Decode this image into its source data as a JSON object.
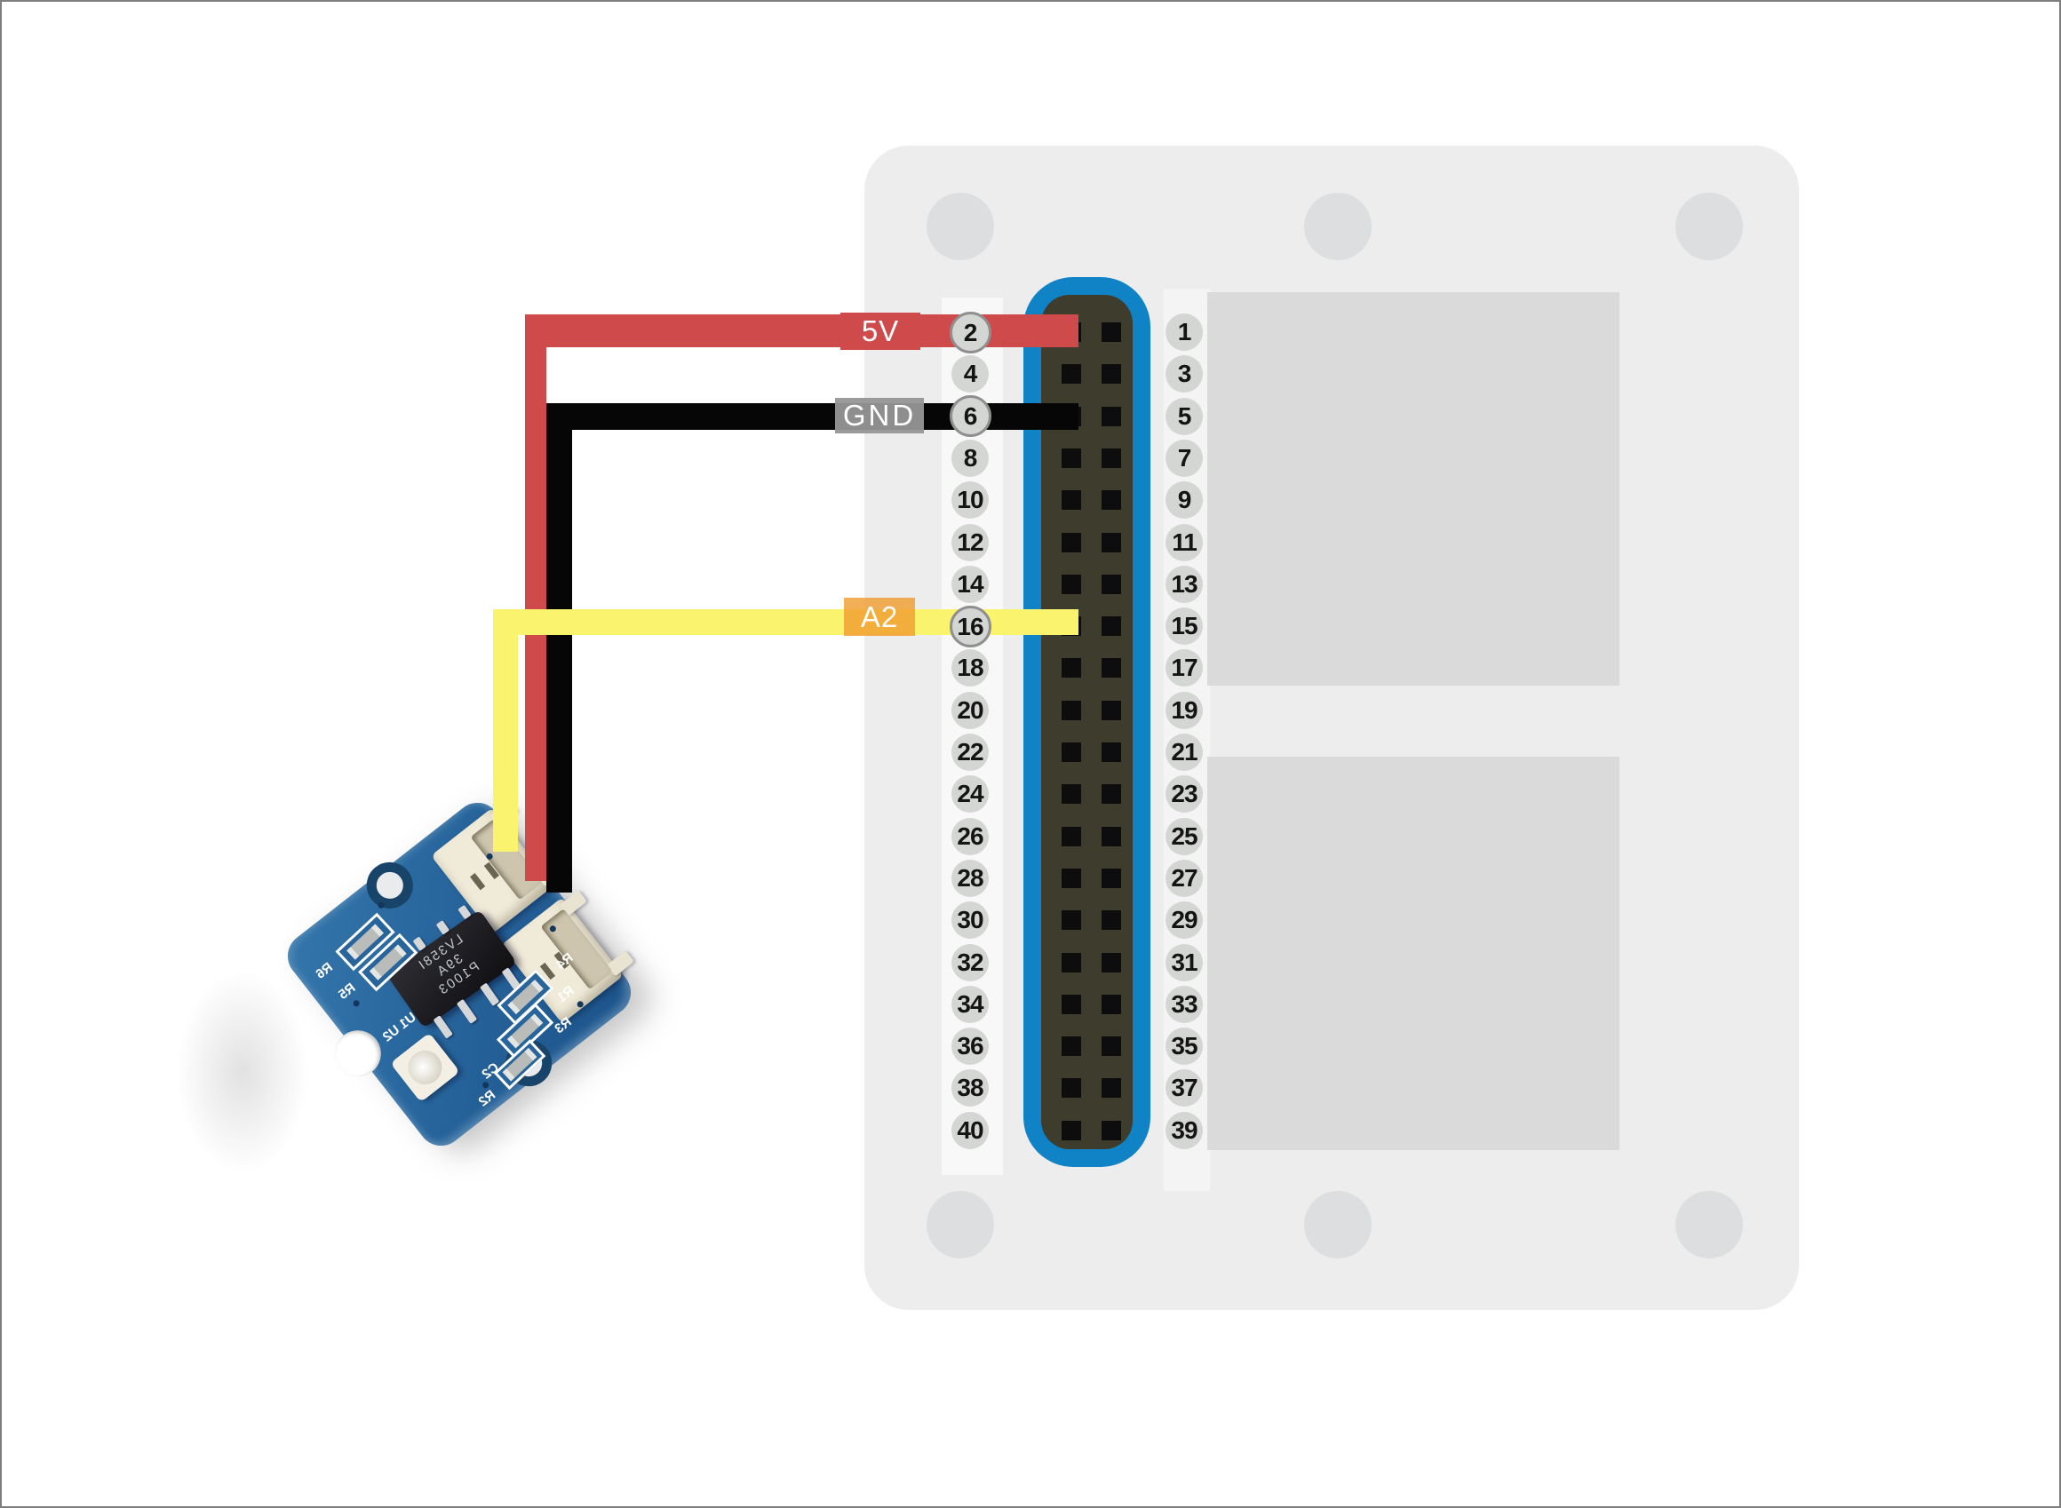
{
  "page": {
    "background": "#ffffff",
    "border_color": "#7e7e7e"
  },
  "gpio": {
    "left_pin_labels": [
      "2",
      "4",
      "6",
      "8",
      "10",
      "12",
      "14",
      "16",
      "18",
      "20",
      "22",
      "24",
      "26",
      "28",
      "30",
      "32",
      "34",
      "36",
      "38",
      "40"
    ],
    "right_pin_labels": [
      "1",
      "3",
      "5",
      "7",
      "9",
      "11",
      "13",
      "15",
      "17",
      "19",
      "21",
      "23",
      "25",
      "27",
      "29",
      "31",
      "33",
      "35",
      "37",
      "39"
    ],
    "connected_pins": [
      "2",
      "6",
      "16"
    ],
    "rows": 20,
    "header_outline_color": "#1082c6",
    "socket_color": "#3e3d2d",
    "pin_color": "#0d0d0d",
    "circle_color": "#d4d6d3"
  },
  "connections": [
    {
      "label": "5V",
      "pin": "2",
      "wire_color": "#cf4b4b",
      "label_bg": "#cf4b4b",
      "label_text_color": "#ffffff"
    },
    {
      "label": "GND",
      "pin": "6",
      "wire_color": "#060606",
      "label_bg": "#969696",
      "label_text_color": "#ffffff"
    },
    {
      "label": "A2",
      "pin": "16",
      "wire_color": "#faf36e",
      "label_bg": "#f09e30",
      "label_text_color": "#ffffff"
    }
  ],
  "board": {
    "color": "#ededed",
    "panel_color": "#dadada",
    "hole_color": "#dcdee0"
  },
  "module": {
    "pcb_color": "#27659c",
    "chip_lines": [
      "LV358I",
      "39A",
      "P1003"
    ],
    "silkscreen_labels": [
      "R6",
      "R5",
      "U1 U2",
      "R4",
      "R1",
      "R3",
      "C2",
      "R2"
    ]
  }
}
